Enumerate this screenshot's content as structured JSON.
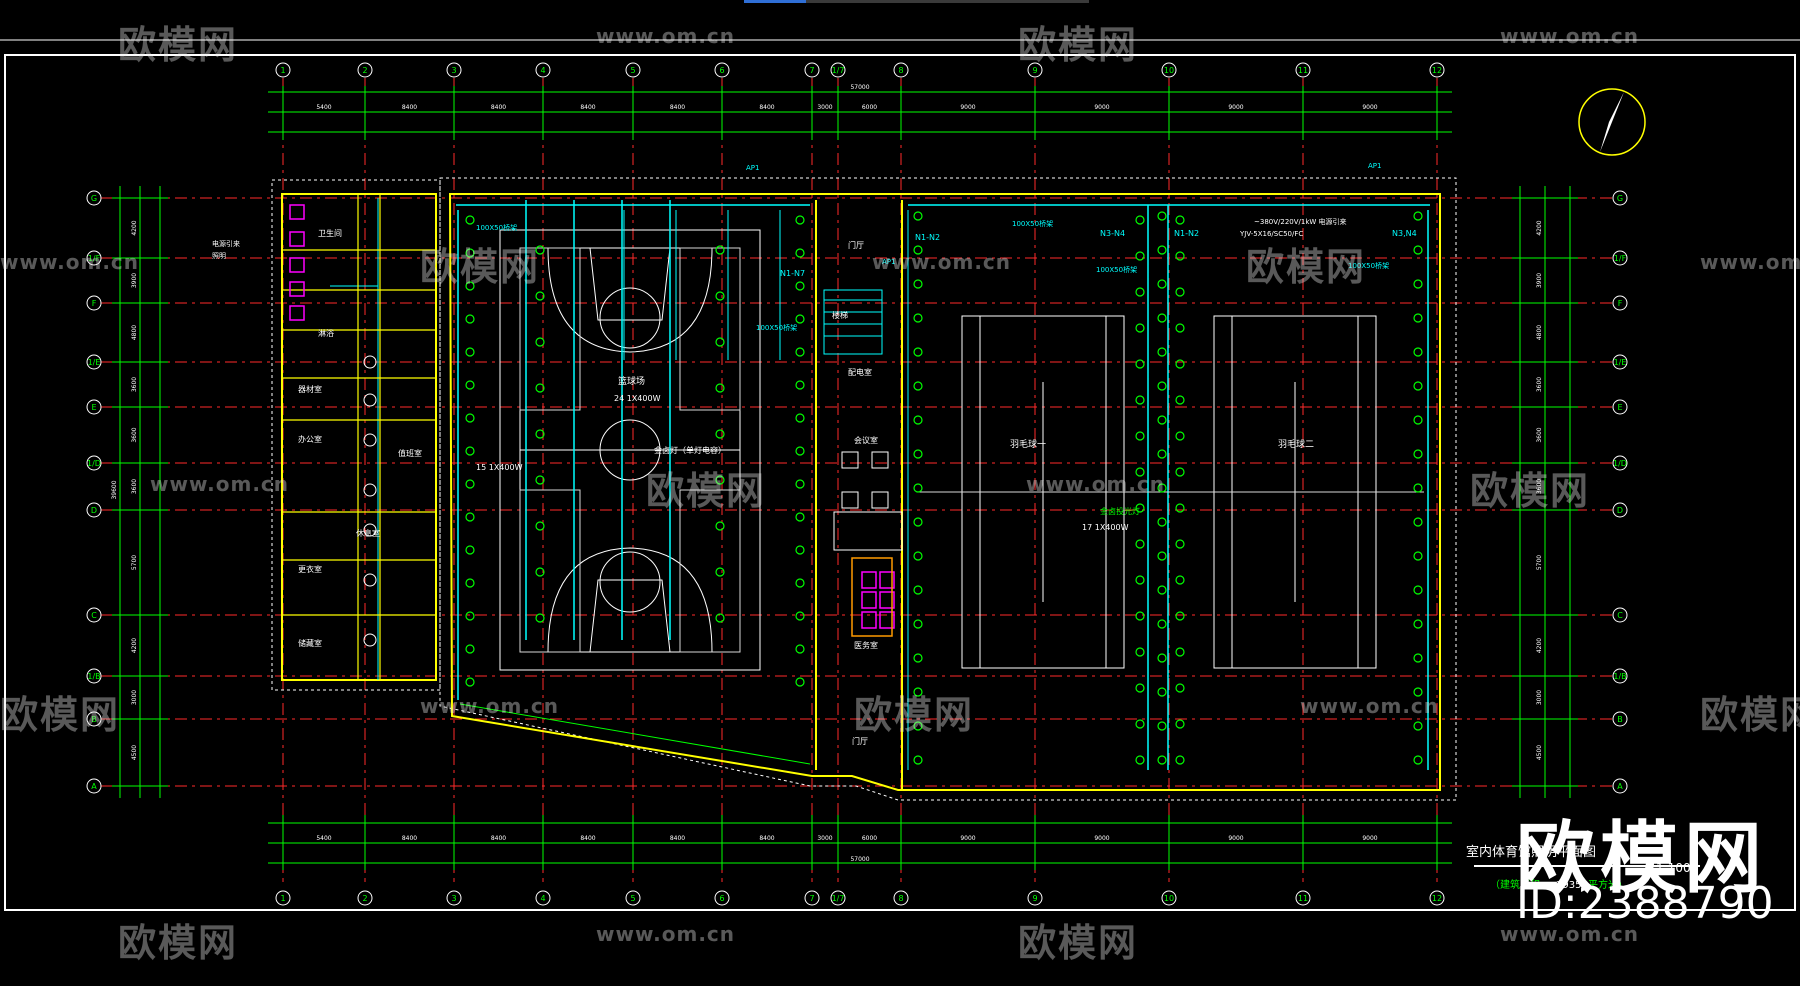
{
  "colors": {
    "background": "#000000",
    "frame": "#ffffff",
    "wall": "#ffff00",
    "axis": "#ff2a2a",
    "dimension": "#00ff00",
    "cable": "#00ffff",
    "grid_bubble": "#ffffff",
    "court": "#ffffff",
    "fixture": "#ff00ff",
    "label": "#ffffff"
  },
  "loading_progress": 0.18,
  "watermark": {
    "logo": "欧模网",
    "url": "www.om.cn"
  },
  "brand": {
    "name": "欧模网",
    "id": "ID:2388790"
  },
  "grid": {
    "vertical_axes": [
      "1",
      "2",
      "3",
      "4",
      "5",
      "6",
      "7",
      "1/7",
      "8",
      "9",
      "10",
      "11",
      "12"
    ],
    "horizontal_axes": [
      "G",
      "1/F",
      "F",
      "1/E",
      "E",
      "1/D",
      "D",
      "C",
      "1/B",
      "B",
      "A"
    ]
  },
  "dimensions": {
    "top_segments": [
      "5400",
      "8400",
      "8400",
      "8400",
      "8400",
      "8400",
      "3000",
      "6000",
      "9000",
      "9000",
      "9000",
      "9000"
    ],
    "top_total": "57000",
    "left_segments": [
      "4200",
      "3900",
      "4800",
      "3600",
      "3600",
      "3600",
      "5700",
      "4200",
      "3000",
      "4500"
    ],
    "left_total": "39600"
  },
  "rooms": {
    "basketball_court": "篮球场",
    "basketball_circuit": "24 1X400W",
    "basketball_note": "金卤灯（单灯电容）",
    "badminton_court_1": "羽毛球一",
    "badminton_court_2": "羽毛球二",
    "badminton_circuit": "17 1X400W",
    "lighting_note": "金卤投光灯",
    "side_circuit": "15 1X400W",
    "light_type_1": "N1-N7",
    "light_type_2": "N1-N2",
    "light_type_3": "N3-N4",
    "light_type_4": "N1-N2",
    "light_type_5": "N3,N4",
    "box_ap1": "AP1",
    "box_ap2": "AP1",
    "box_ap3": "AP1",
    "stair": "楼梯",
    "toilet": "卫生间",
    "shower": "淋浴",
    "equipment": "器材室",
    "office": "办公室",
    "changing": "更衣室",
    "storage": "储藏室",
    "duty": "值班室",
    "rest": "休息室",
    "entrance": "门厅",
    "meeting": "会议室",
    "first_aid": "医务室",
    "power_room": "配电室",
    "lobby": "门厅",
    "cable_tray_1": "100X50桥架",
    "cable_tray_2": "100X50桥架",
    "cable_tray_3": "100X50桥架",
    "cable_tray_4": "100X50桥架",
    "cable_tray_5": "100X50桥架",
    "supply_1": "~380V/220V/1kW 电源引来",
    "supply_2": "YJV-5X16/SC50/FC",
    "power_note": "电源引来",
    "power_note_2": "照明"
  },
  "title_block": {
    "title": "室内体育馆照明平面图",
    "scale": "1:100",
    "sub_left": "（建筑面积",
    "sub_mid": "3935",
    "sub_right": "平方米）"
  }
}
